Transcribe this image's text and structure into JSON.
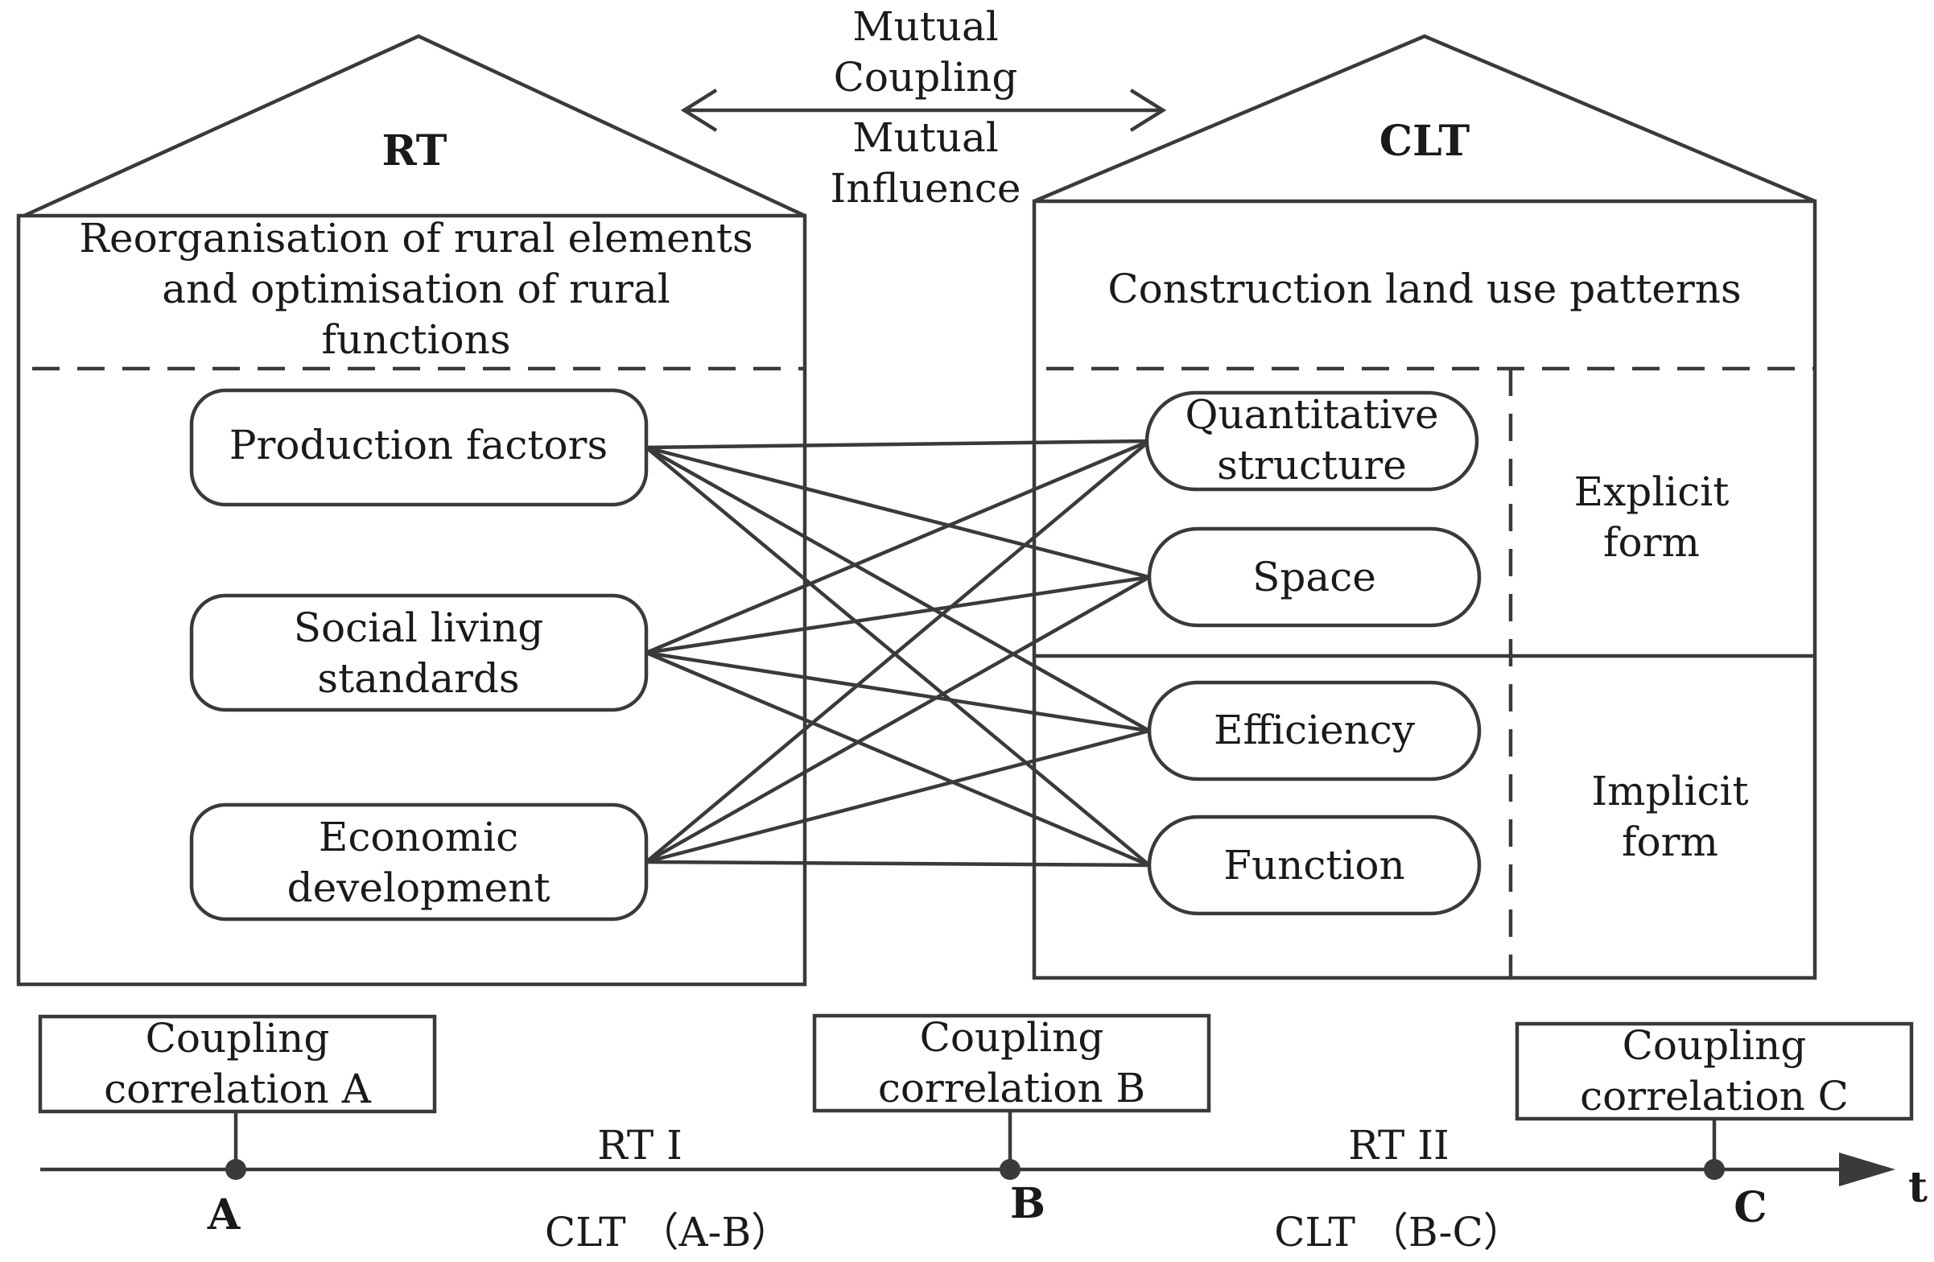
{
  "relation": {
    "top_line1": "Mutual",
    "top_line2": "Coupling",
    "bottom_line1": "Mutual",
    "bottom_line2": "Influence"
  },
  "rt_house": {
    "title": "RT",
    "description_line1": "Reorganisation of rural elements",
    "description_line2": "and optimisation of rural",
    "description_line3": "functions",
    "factors": [
      {
        "line1": "Production factors",
        "line2": ""
      },
      {
        "line1": "Social living",
        "line2": "standards"
      },
      {
        "line1": "Economic",
        "line2": "development"
      }
    ]
  },
  "clt_house": {
    "title": "CLT",
    "description": "Construction land use patterns",
    "aspects": [
      {
        "line1": "Quantitative",
        "line2": "structure"
      },
      {
        "line1": "Space",
        "line2": ""
      },
      {
        "line1": "Efficiency",
        "line2": ""
      },
      {
        "line1": "Function",
        "line2": ""
      }
    ],
    "explicit_line1": "Explicit",
    "explicit_line2": "form",
    "implicit_line1": "Implicit",
    "implicit_line2": "form"
  },
  "timeline": {
    "axis_label": "t",
    "points": [
      {
        "label": "A",
        "box_line1": "Coupling",
        "box_line2": "correlation A"
      },
      {
        "label": "B",
        "box_line1": "Coupling",
        "box_line2": "correlation B"
      },
      {
        "label": "C",
        "box_line1": "Coupling",
        "box_line2": "correlation C"
      }
    ],
    "stages": [
      {
        "rt": "RT I",
        "clt": "CLT （A-B）"
      },
      {
        "rt": "RT II",
        "clt": "CLT （B-C）"
      }
    ]
  }
}
